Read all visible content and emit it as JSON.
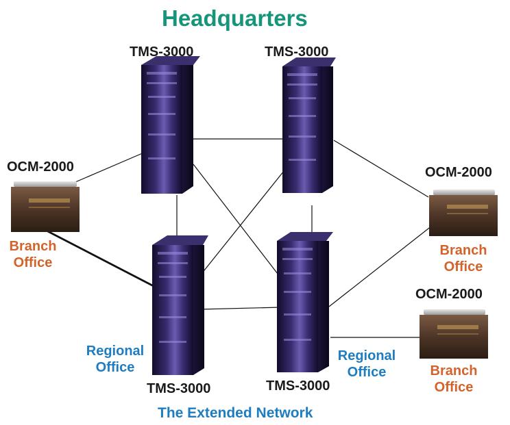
{
  "title": "Headquarters",
  "footer": "The Extended Network",
  "devices": {
    "tms_hq_left": "TMS-3000",
    "tms_hq_right": "TMS-3000",
    "tms_regional_left": "TMS-3000",
    "tms_regional_right": "TMS-3000",
    "ocm_left": "OCM-2000",
    "ocm_right_top": "OCM-2000",
    "ocm_right_bottom": "OCM-2000"
  },
  "offices": {
    "branch_left": [
      "Branch",
      "Office"
    ],
    "branch_right_top": [
      "Branch",
      "Office"
    ],
    "branch_right_bottom": [
      "Branch",
      "Office"
    ],
    "regional_left": [
      "Regional",
      "Office"
    ],
    "regional_right": [
      "Regional",
      "Office"
    ]
  },
  "colors": {
    "title": "#17957b",
    "branch": "#d4622b",
    "regional": "#1e7dc0",
    "rack": "#2a1d52",
    "rack_highlight": "#7b6cc0",
    "ocm_body": "#5a4030"
  }
}
